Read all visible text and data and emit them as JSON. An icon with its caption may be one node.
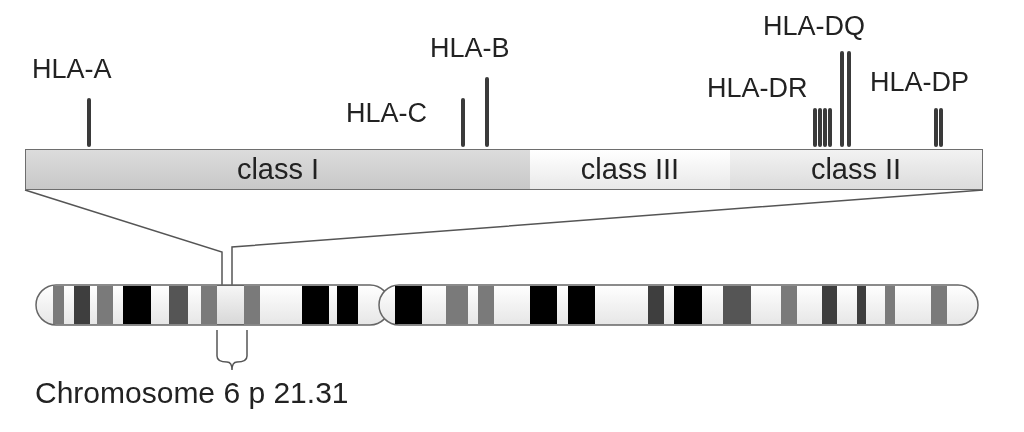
{
  "diagram": {
    "nodes": [
      {
        "text": [
          "class I"
        ]
      },
      {
        "text": [
          "class III"
        ]
      },
      {
        "text": [
          "class II"
        ]
      },
      {
        "text": [],
        "shape": "bar"
      }
    ],
    "edges": [
      {
        "from": 0,
        "to": 3,
        "arrow": "none"
      },
      {
        "from": 2,
        "to": 3,
        "arrow": "none"
      }
    ],
    "labels": [
      "HLA-DQ",
      "HLA-B",
      "HLA-A",
      "HLA-DR",
      "HLA-DP",
      "HLA-C",
      "Chromosome 6 p 21.31"
    ]
  }
}
